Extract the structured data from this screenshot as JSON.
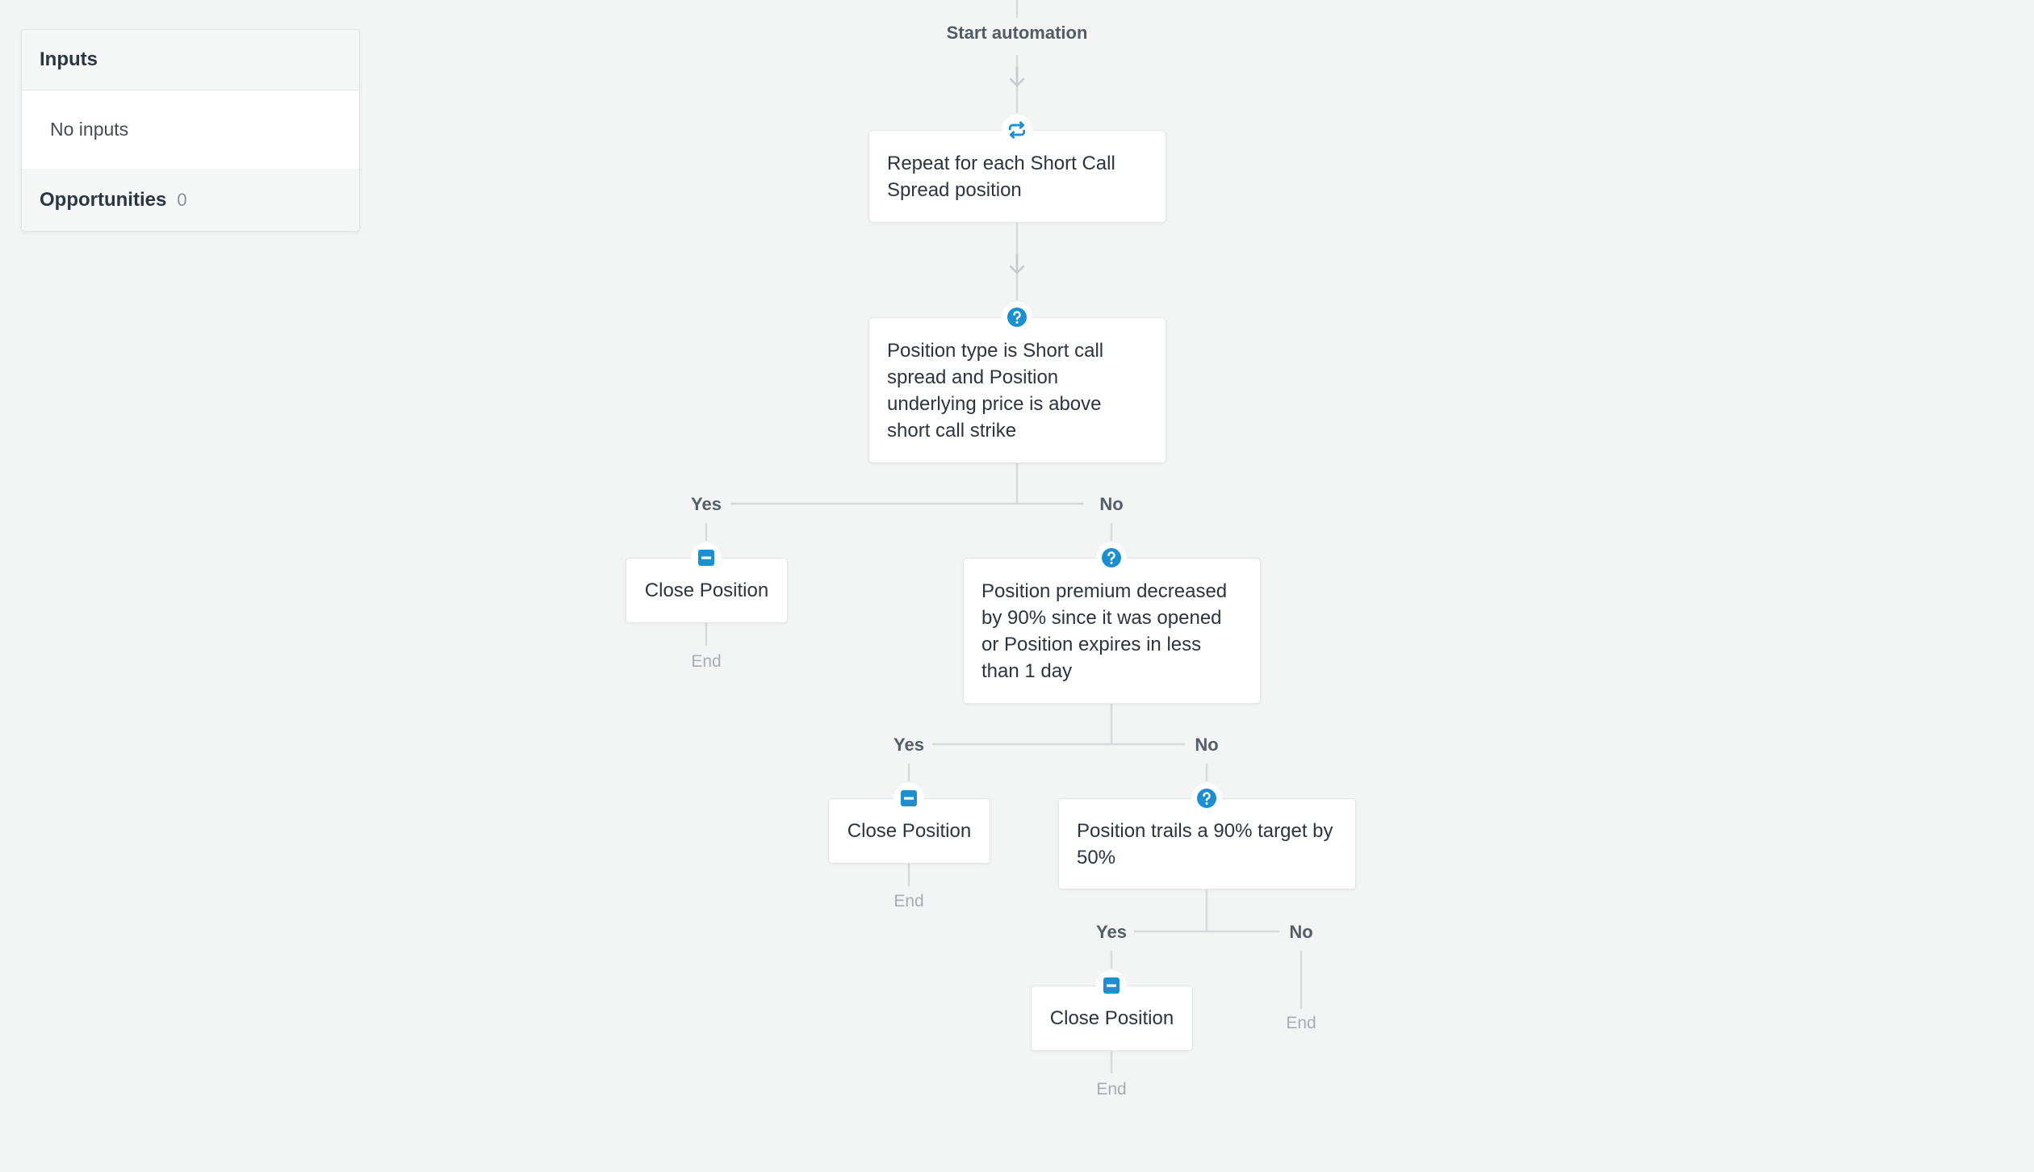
{
  "panel": {
    "inputs_title": "Inputs",
    "inputs_empty": "No inputs",
    "opportunities_label": "Opportunities",
    "opportunities_count": "0"
  },
  "flow": {
    "start_label": "Start automation",
    "loop_node": "Repeat for each Short Call Spread position",
    "condition_1": "Position type is Short call spread and Position underlying price is above short call strike",
    "condition_2": "Position premium decreased by 90% since it was opened or Position expires in less than 1 day",
    "condition_3": "Position trails a 90% target by 50%",
    "close_action": "Close Position",
    "yes_label": "Yes",
    "no_label": "No",
    "end_label": "End"
  },
  "icons": {
    "loop": "repeat-icon",
    "condition": "question-icon",
    "action": "minus-square-icon"
  },
  "colors": {
    "accent": "#1c8fd0",
    "background": "#f3f4f4",
    "connector": "#d6dadd"
  }
}
